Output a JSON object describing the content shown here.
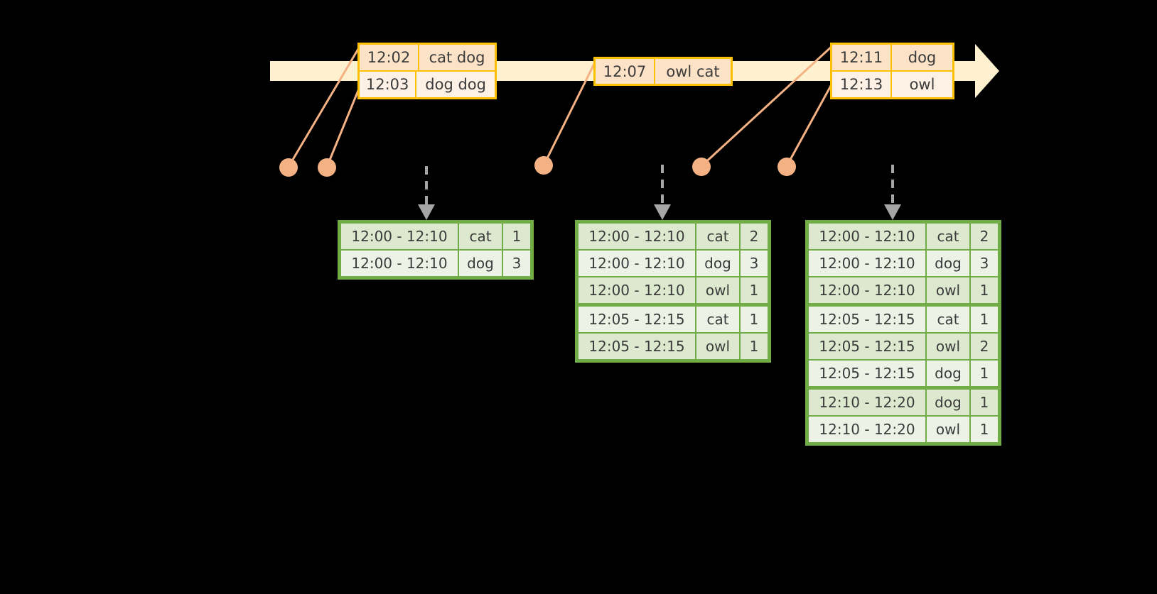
{
  "diagram": {
    "title": "windowed-word-count-timeline",
    "colors": {
      "timeline_fill": "#FDF1CF",
      "timeline_border": "#FFC000",
      "event_border": "#FFC000",
      "event_fill_top": "#FCE2C6",
      "event_fill_bottom": "#FDF0E4",
      "connector": "#F4B183",
      "dot": "#F4B183",
      "table_border": "#70AD47",
      "table_fill_a": "#DDE9CF",
      "table_fill_b": "#EDF2E6",
      "arrow": "#A6A6A6",
      "background": "#000000"
    }
  },
  "timeline": {
    "name": "event-stream-timeline",
    "arrow_direction": "right",
    "event_groups": [
      {
        "name": "event-group-1",
        "events": [
          {
            "time": "12:02",
            "words": "cat dog"
          },
          {
            "time": "12:03",
            "words": "dog dog"
          }
        ]
      },
      {
        "name": "event-group-2",
        "events": [
          {
            "time": "12:07",
            "words": "owl cat"
          }
        ]
      },
      {
        "name": "event-group-3",
        "events": [
          {
            "time": "12:11",
            "words": "dog"
          },
          {
            "time": "12:13",
            "words": "owl"
          }
        ]
      }
    ]
  },
  "markers": {
    "name": "event-dots",
    "count": 5
  },
  "tables": [
    {
      "name": "result-table-1",
      "rows": [
        {
          "window": "12:00 - 12:10",
          "key": "cat",
          "count": "1",
          "group": 0
        },
        {
          "window": "12:00 - 12:10",
          "key": "dog",
          "count": "3",
          "group": 0
        }
      ]
    },
    {
      "name": "result-table-2",
      "rows": [
        {
          "window": "12:00 - 12:10",
          "key": "cat",
          "count": "2",
          "group": 0
        },
        {
          "window": "12:00 - 12:10",
          "key": "dog",
          "count": "3",
          "group": 0
        },
        {
          "window": "12:00 - 12:10",
          "key": "owl",
          "count": "1",
          "group": 0
        },
        {
          "window": "12:05 - 12:15",
          "key": "cat",
          "count": "1",
          "group": 1
        },
        {
          "window": "12:05 - 12:15",
          "key": "owl",
          "count": "1",
          "group": 1
        }
      ]
    },
    {
      "name": "result-table-3",
      "rows": [
        {
          "window": "12:00 - 12:10",
          "key": "cat",
          "count": "2",
          "group": 0
        },
        {
          "window": "12:00 - 12:10",
          "key": "dog",
          "count": "3",
          "group": 0
        },
        {
          "window": "12:00 - 12:10",
          "key": "owl",
          "count": "1",
          "group": 0
        },
        {
          "window": "12:05 - 12:15",
          "key": "cat",
          "count": "1",
          "group": 1
        },
        {
          "window": "12:05 - 12:15",
          "key": "owl",
          "count": "2",
          "group": 1
        },
        {
          "window": "12:05 - 12:15",
          "key": "dog",
          "count": "1",
          "group": 1
        },
        {
          "window": "12:10 - 12:20",
          "key": "dog",
          "count": "1",
          "group": 2
        },
        {
          "window": "12:10 - 12:20",
          "key": "owl",
          "count": "1",
          "group": 2
        }
      ]
    }
  ]
}
